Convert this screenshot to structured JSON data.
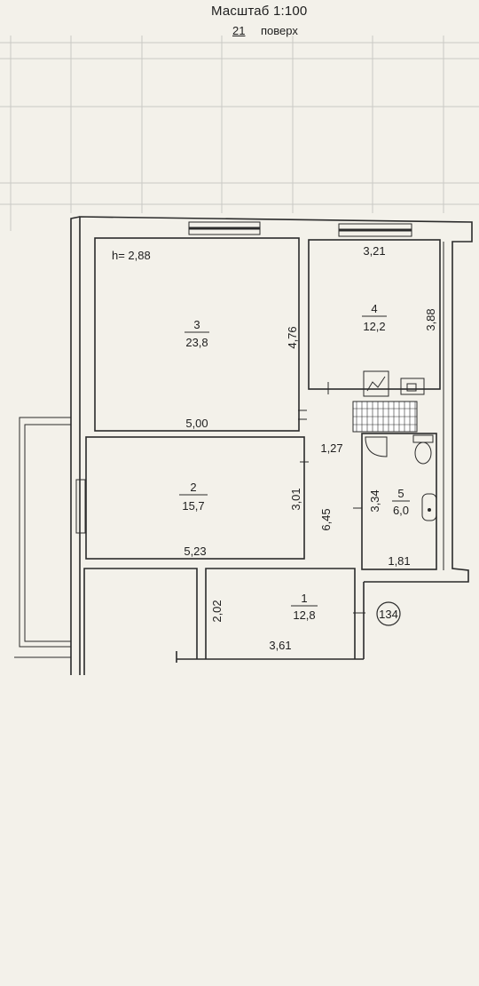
{
  "header": {
    "scale_label": "Масштаб 1:100",
    "floor_number": "21",
    "floor_word": "поверх"
  },
  "plan": {
    "ceiling_height": "h= 2,88",
    "rooms": [
      {
        "number": "3",
        "area": "23,8",
        "dims": {
          "width": "5,00",
          "height": "4,76"
        }
      },
      {
        "number": "4",
        "area": "12,2",
        "dims": {
          "width": "3,21",
          "height": "3,88"
        }
      },
      {
        "number": "2",
        "area": "15,7",
        "dims": {
          "width": "5,23",
          "height": "3,01"
        }
      },
      {
        "number": "5",
        "area": "6,0",
        "dims": {
          "width": "1,81",
          "height": "3,34"
        }
      },
      {
        "number": "1",
        "area": "12,8",
        "dims": {
          "width": "3,61",
          "height": "2,02"
        }
      }
    ],
    "corridor": {
      "width": "1,27",
      "length": "6,45"
    },
    "apartment_number": "134"
  }
}
